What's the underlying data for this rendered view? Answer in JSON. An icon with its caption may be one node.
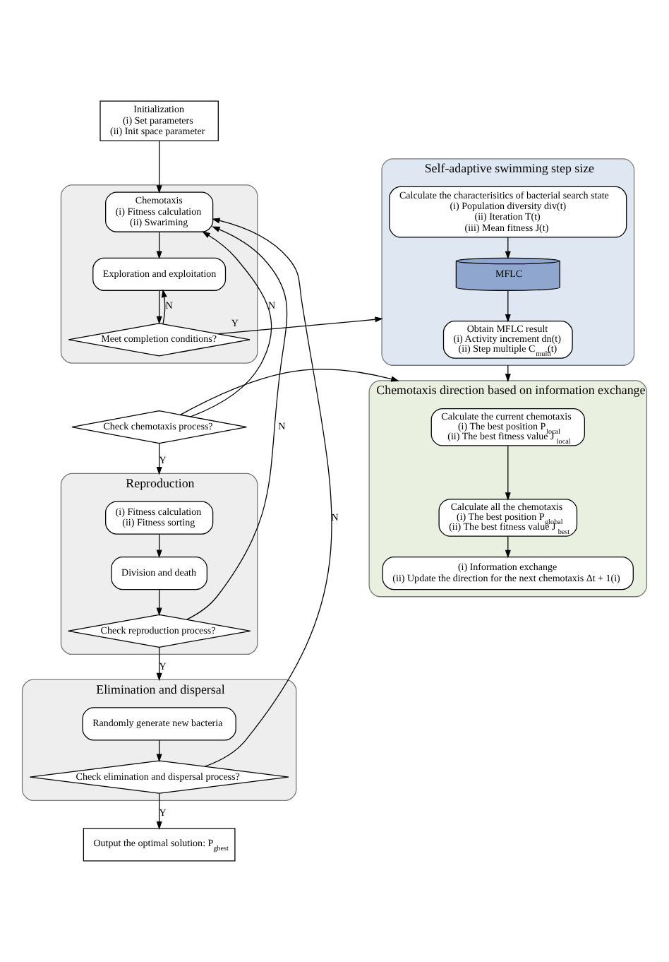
{
  "diagram": {
    "nodes": [
      {
        "text": [
          "Initialization",
          "(i) Set parameters",
          "(ii) Init space parameter"
        ]
      },
      {
        "text": [],
        "shape": "box"
      },
      {
        "text": [
          "Chemotaxis",
          "(i) Fitness calculation",
          "(ii) Swariming"
        ],
        "in": 1
      },
      {
        "text": [
          "Exploration and exploitation"
        ],
        "in": 1
      },
      {
        "text": [
          "Meet completion conditions?"
        ],
        "in": 1
      },
      {
        "text": [
          "Check chemotaxis process?"
        ]
      },
      {
        "text": [
          "Reproduction"
        ]
      },
      {
        "text": [
          "(i) Fitness calculation",
          "(ii) Fitness sorting"
        ],
        "in": 6
      },
      {
        "text": [
          "Division and death"
        ],
        "in": 6
      },
      {
        "text": [
          "Check reproduction process?"
        ],
        "in": 6
      },
      {
        "text": [
          "Elimination and dispersal"
        ]
      },
      {
        "text": [
          "Randomly generate new bacteria"
        ],
        "in": 10
      },
      {
        "text": [
          "Check elimination and dispersal process?"
        ],
        "in": 10
      },
      {
        "text": [
          "Output the optimal solution: P$_{gbest}$"
        ]
      },
      {
        "text": [
          "Self-adaptive swimming step size"
        ]
      },
      {
        "text": [
          "Calculate the characterisitics of bacterial search state",
          "(i) Population diversity div(t)",
          "(ii) Iteration T(t)",
          "(iii) Mean fitness J(t)"
        ],
        "in": 14
      },
      {
        "text": [
          "MFLC"
        ],
        "in": 14
      },
      {
        "text": [
          "Obtain MFLC result",
          "(i) Activity increment dn(t)",
          "(ii) Step multiple C$_{multi}$(t)"
        ],
        "in": 14
      },
      {
        "text": [
          "Chemotaxis direction based on information exchange"
        ]
      },
      {
        "text": [
          "Calculate the current chemotaxis",
          "(i) The best position P$_{local}$",
          "(ii) The best fitness value J$_{local}$"
        ],
        "in": 18
      },
      {
        "text": [
          "Calculate all the chemotaxis",
          "(i) The best position P$_{global}$",
          "(ii) The best fitness value J$_{best}$"
        ],
        "in": 18
      },
      {
        "text": [
          "(i) Information exchange",
          "(ii) Update the direction for the next chemotaxis Δt + 1(i)"
        ],
        "in": 18
      }
    ],
    "edges": [
      {
        "from": 0,
        "to": 2,
        "arrow": "to"
      },
      {
        "from": 2,
        "to": 3,
        "arrow": "to"
      },
      {
        "from": 3,
        "to": 4,
        "arrow": "to"
      },
      {
        "from": 4,
        "to": 3,
        "arrow": "to",
        "label": "N"
      },
      {
        "from": 4,
        "to": 14,
        "arrow": "to",
        "label": "Y"
      },
      {
        "from": 5,
        "to": 2,
        "arrow": "to",
        "label": "N"
      },
      {
        "from": 5,
        "to": 18,
        "arrow": "to"
      },
      {
        "from": 5,
        "to": 6,
        "arrow": "to",
        "label": "Y"
      },
      {
        "from": 7,
        "to": 8,
        "arrow": "to"
      },
      {
        "from": 8,
        "to": 9,
        "arrow": "to"
      },
      {
        "from": 9,
        "to": 2,
        "arrow": "to",
        "label": "N"
      },
      {
        "from": 9,
        "to": 10,
        "arrow": "to",
        "label": "Y"
      },
      {
        "from": 11,
        "to": 12,
        "arrow": "to"
      },
      {
        "from": 12,
        "to": 2,
        "arrow": "to",
        "label": "N"
      },
      {
        "from": 12,
        "to": 13,
        "arrow": "to",
        "label": "Y"
      },
      {
        "from": 15,
        "to": 16,
        "arrow": "to"
      },
      {
        "from": 16,
        "to": 17,
        "arrow": "to"
      },
      {
        "from": 14,
        "to": 18,
        "arrow": "to"
      },
      {
        "from": 19,
        "to": 20,
        "arrow": "to"
      },
      {
        "from": 20,
        "to": 21,
        "arrow": "to"
      }
    ]
  }
}
